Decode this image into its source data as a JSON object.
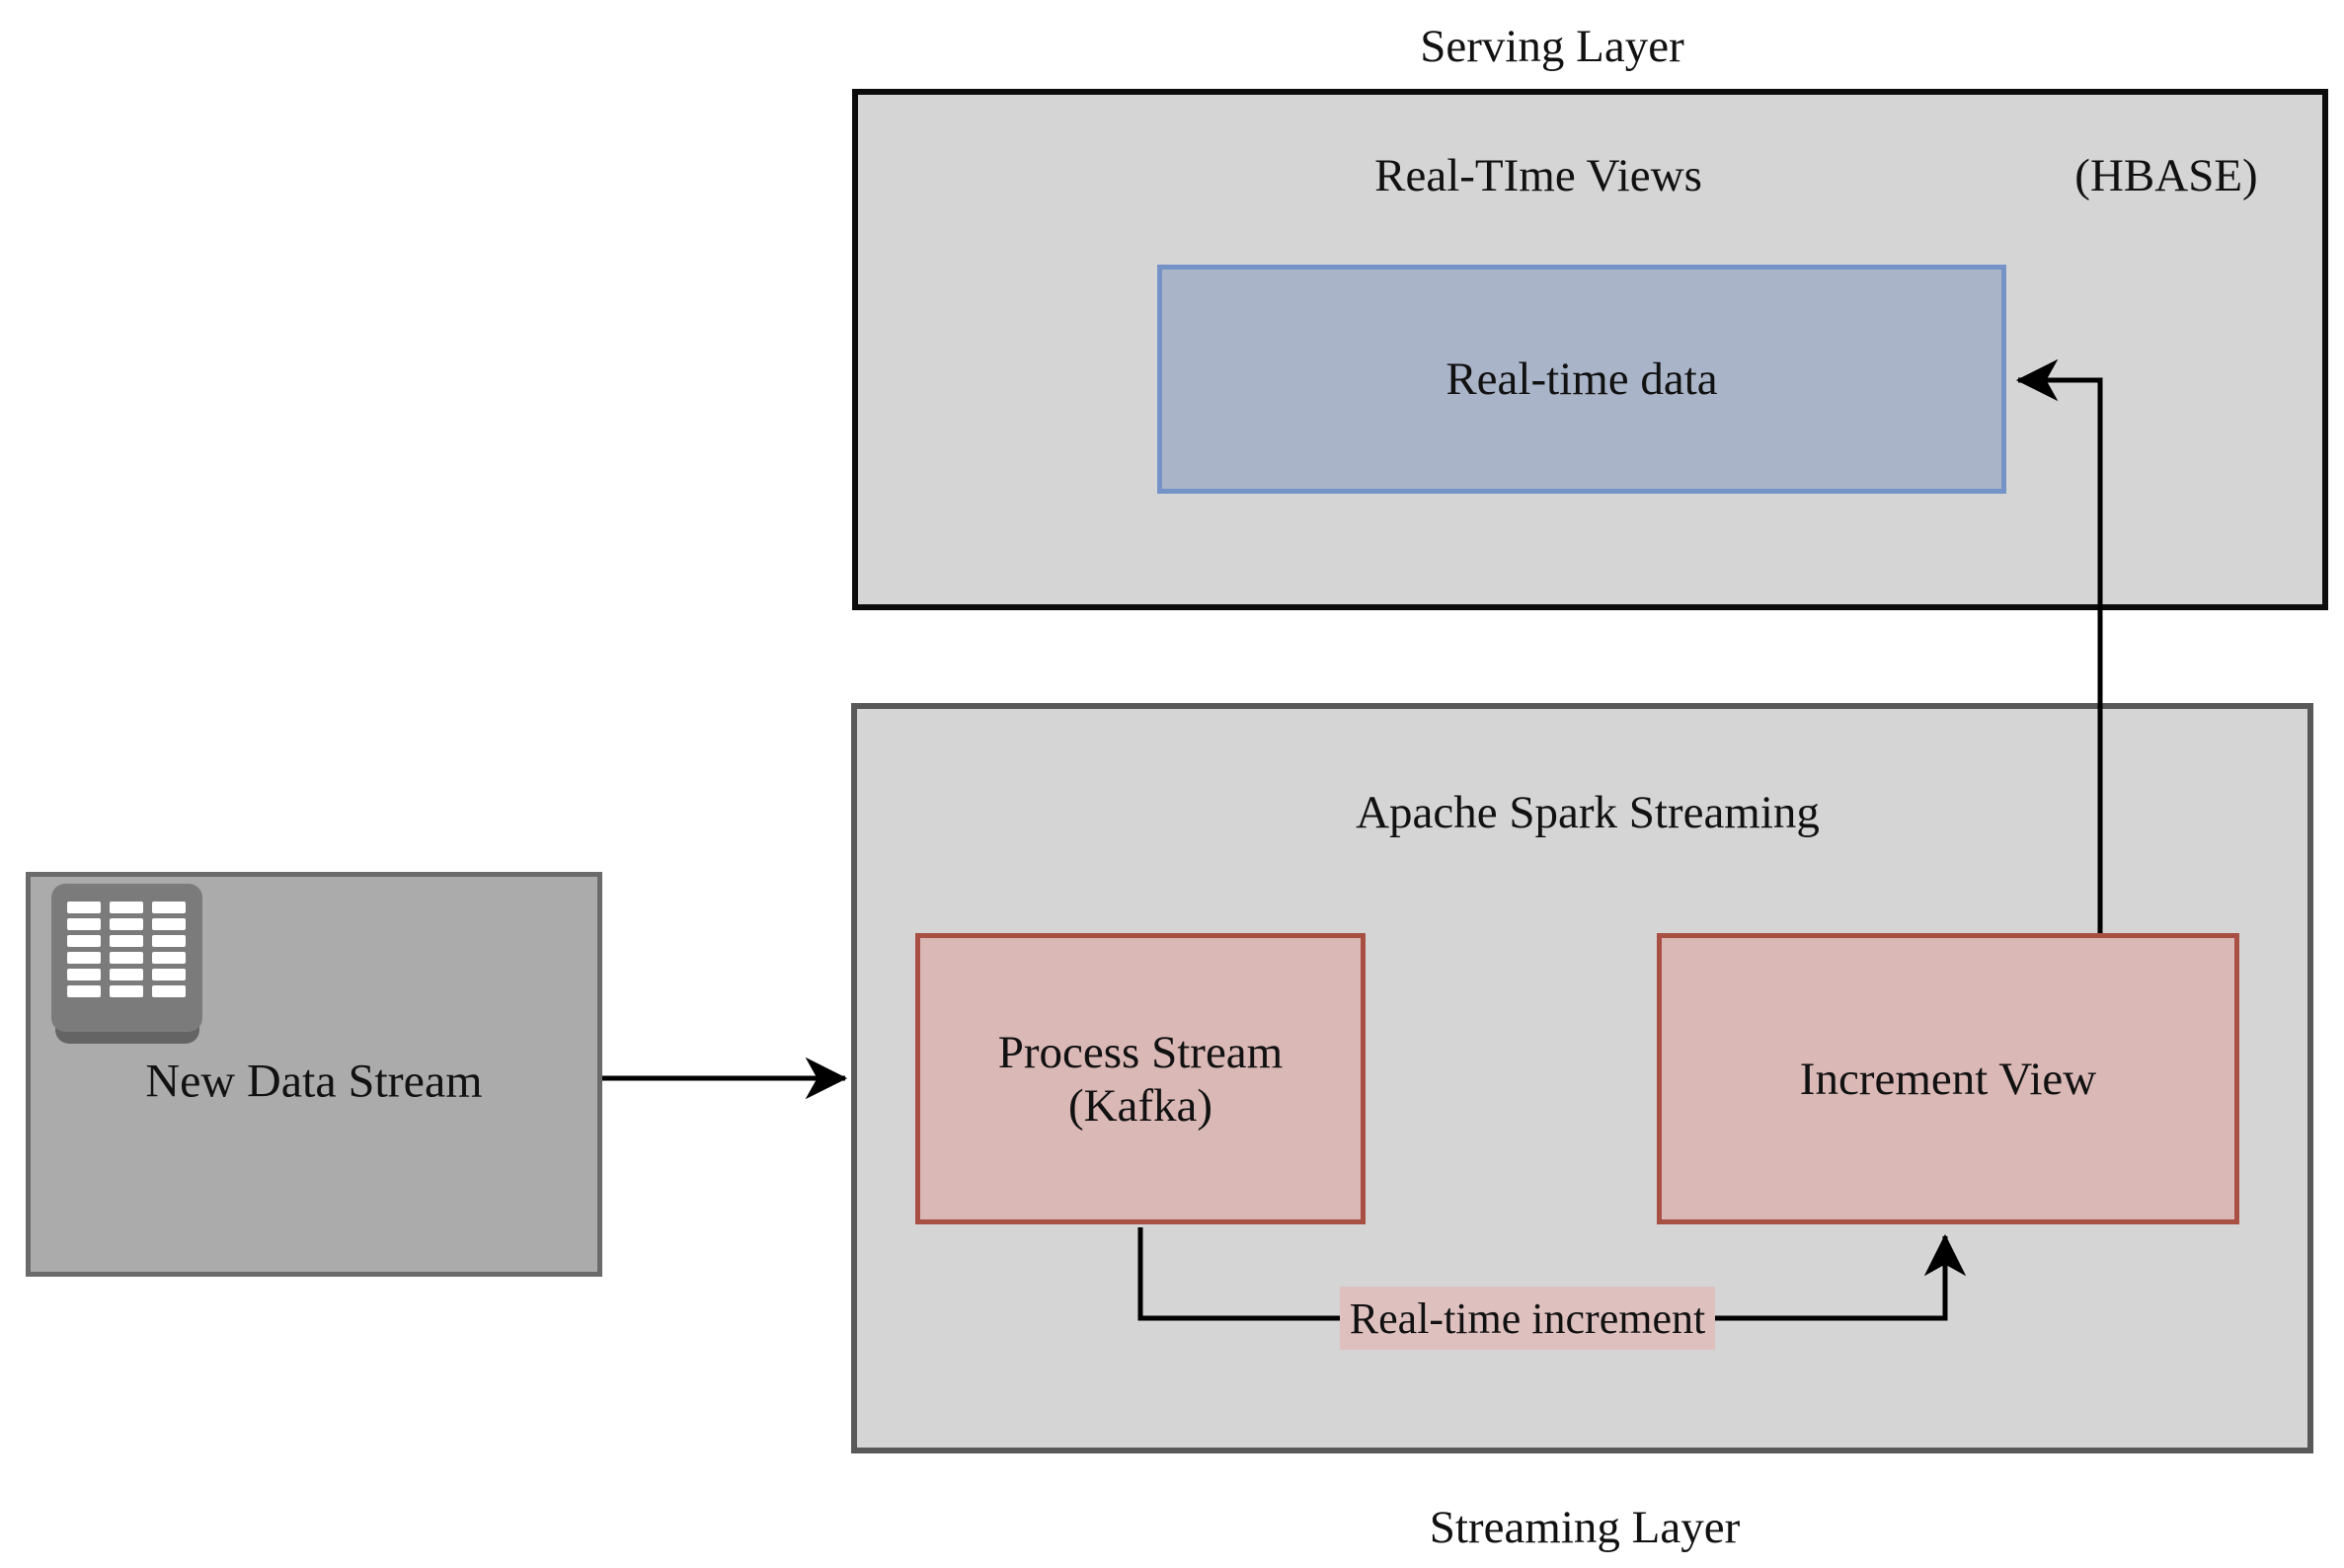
{
  "colors": {
    "canvas_bg": "#ffffff",
    "layer_fill": "#d5d5d5",
    "serving_border": "#0c0c0c",
    "streaming_border": "#585858",
    "source_fill": "#ababab",
    "source_border": "#6a6a6a",
    "icon_fill": "#7b7b7b",
    "icon_shadow": "#646464",
    "icon_cell": "#ffffff",
    "blue_fill": "#a9b4c8",
    "blue_border": "#7693c8",
    "pink_fill": "#dab8b6",
    "pink_border": "#a85044",
    "edge_label_fill": "#dec0bf",
    "connector": "#000000",
    "text": "#111111"
  },
  "serving_layer": {
    "title": "Serving Layer",
    "views_label": "Real-TIme Views",
    "store_label": "(HBASE)",
    "realtime_data_label": "Real-time data"
  },
  "streaming_layer": {
    "title": "Streaming Layer",
    "engine_label": "Apache Spark Streaming",
    "process_stream": {
      "line1": "Process Stream",
      "line2": "(Kafka)"
    },
    "increment_view_label": "Increment View",
    "edge_label": "Real-time increment"
  },
  "source": {
    "label": "New Data Stream",
    "icon": "table-grid-icon"
  }
}
